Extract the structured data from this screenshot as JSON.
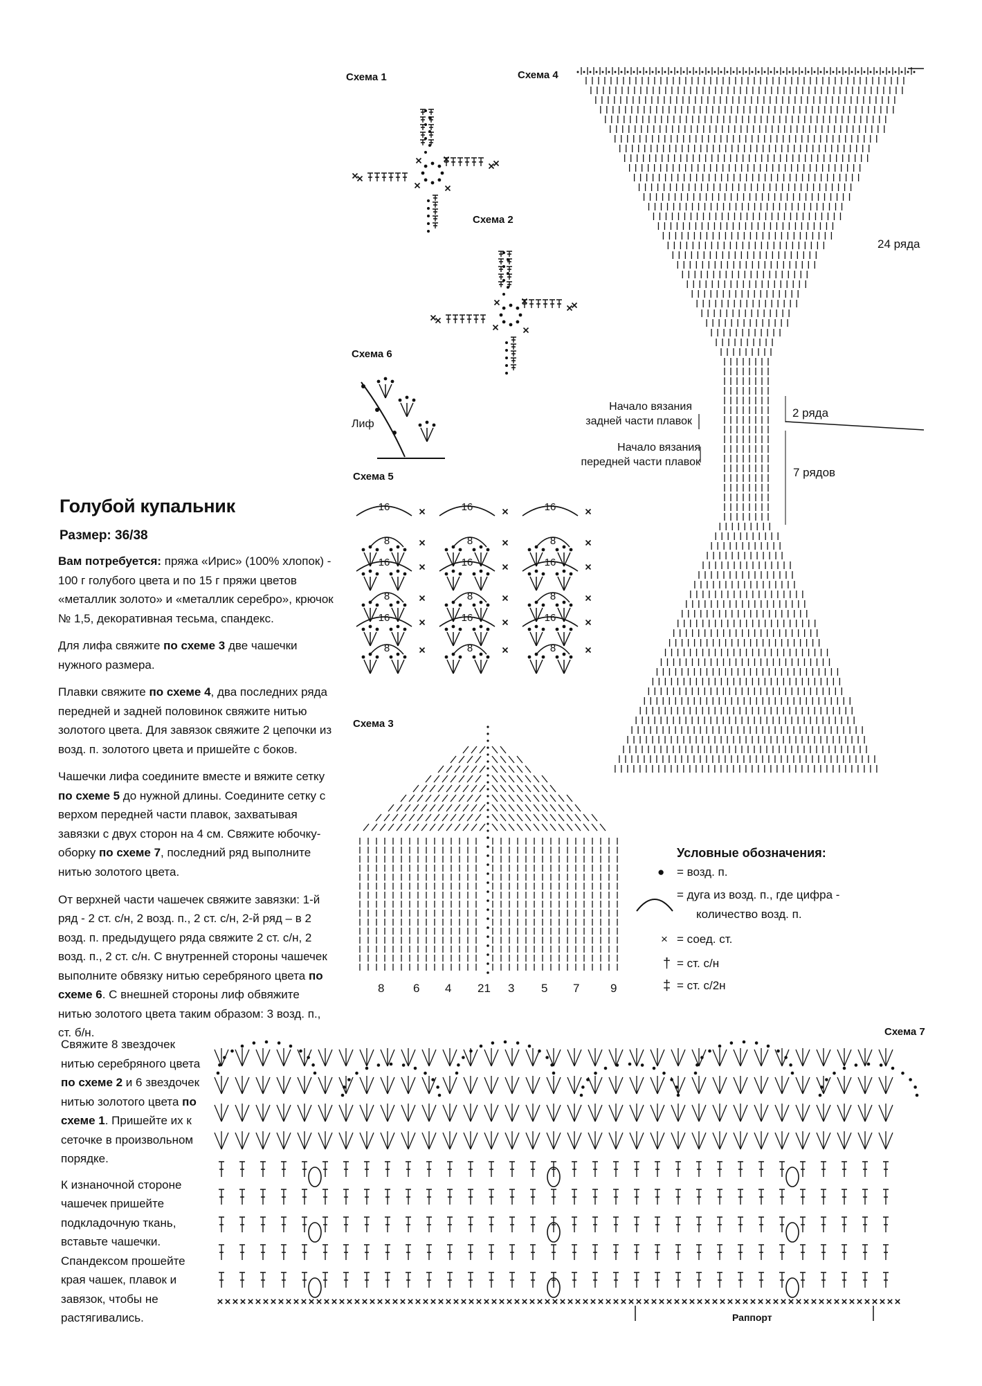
{
  "title": "Голубой купальник",
  "size_label": "Размер: 36/38",
  "schema_labels": {
    "s1": "Схема 1",
    "s2": "Схема 2",
    "s3": "Схема 3",
    "s4": "Схема 4",
    "s5": "Схема 5",
    "s6": "Схема 6",
    "s7": "Схема 7"
  },
  "paragraphs": {
    "materials_lead": "Вам потребуется:",
    "materials": " пряжа «Ирис» (100% хлопок) - 100 г голубого цвета и по 15 г пряжи цветов «металлик золото» и «металлик серебро», крючок № 1,5, декоративная тесьма, спандекс.",
    "p1a": "Для лифа свяжите ",
    "p1b": "по схеме 3",
    "p1c": " две чашечки нужного размера.",
    "p2a": "Плавки свяжите ",
    "p2b": "по схеме 4",
    "p2c": ", два последних ряда передней и задней половинок свяжите нитью золотого цвета. Для завязок свяжите 2 цепочки из возд. п. золотого цвета и пришейте с боков.",
    "p3a": "Чашечки лифа соедините вместе и вяжите сетку ",
    "p3b": "по схеме 5",
    "p3c": " до нужной длины. Соедините сетку с верхом передней части плавок, захватывая завязки с двух сторон на 4 см. Свяжите юбочку-оборку ",
    "p3d": "по схеме 7",
    "p3e": ", последний ряд выполните нитью золотого цвета.",
    "p4a": "От верхней части чашечек свяжите завязки: 1-й ряд - 2 ст. с/н, 2 возд. п., 2 ст. с/н, 2-й ряд – в 2 возд. п. предыдущего ряда свяжите 2 ст. с/н, 2 возд. п., 2 ст. с/н. С внутренней стороны чашечек выполните обвязку нитью серебряного цвета ",
    "p4b": "по схеме 6",
    "p4c": ". С внешней стороны лиф обвяжите нитью золотого цвета таким образом: 3 возд. п., ст. б/н.",
    "p5a": "Свяжите 8 звездочек нитью серебряного цвета ",
    "p5b": "по схеме 2",
    "p5c": " и 6 звездочек нитью золотого цвета ",
    "p5d": "по схеме 1",
    "p5e": ". Пришейте их к сеточке в произвольном порядке.",
    "p6": "К изнаночной стороне чашечек пришейте подкладочную ткань, вставьте чашечки. Спандексом прошейте края чашек, плавок и завязок, чтобы не растягивались."
  },
  "schema4": {
    "rows_24": "24 ряда",
    "rows_2": "2 ряда",
    "rows_7": "7 рядов",
    "back_start_1": "Начало вязания",
    "back_start_2": "задней части плавок",
    "front_start_1": "Начало вязания",
    "front_start_2": "передней части плавок"
  },
  "schema6": {
    "label": "Лиф"
  },
  "schema5": {
    "arc16": "16",
    "arc8": "8"
  },
  "schema3": {
    "numbers": [
      "8",
      "6",
      "4",
      "21",
      "3",
      "5",
      "7",
      "9"
    ]
  },
  "legend": {
    "title": "Условные обозначения:",
    "items": [
      {
        "symbol": "●",
        "text": "= возд. п."
      },
      {
        "symbol": "arc",
        "text": "= дуга из возд. п., где цифра -"
      },
      {
        "symbol": "",
        "text": "количество возд. п."
      },
      {
        "symbol": "×",
        "text": "= соед. ст."
      },
      {
        "symbol": "†",
        "text": "= ст. с/н"
      },
      {
        "symbol": "‡",
        "text": "= ст. с/2н"
      }
    ]
  },
  "schema7": {
    "repeat_label": "Раппорт"
  }
}
